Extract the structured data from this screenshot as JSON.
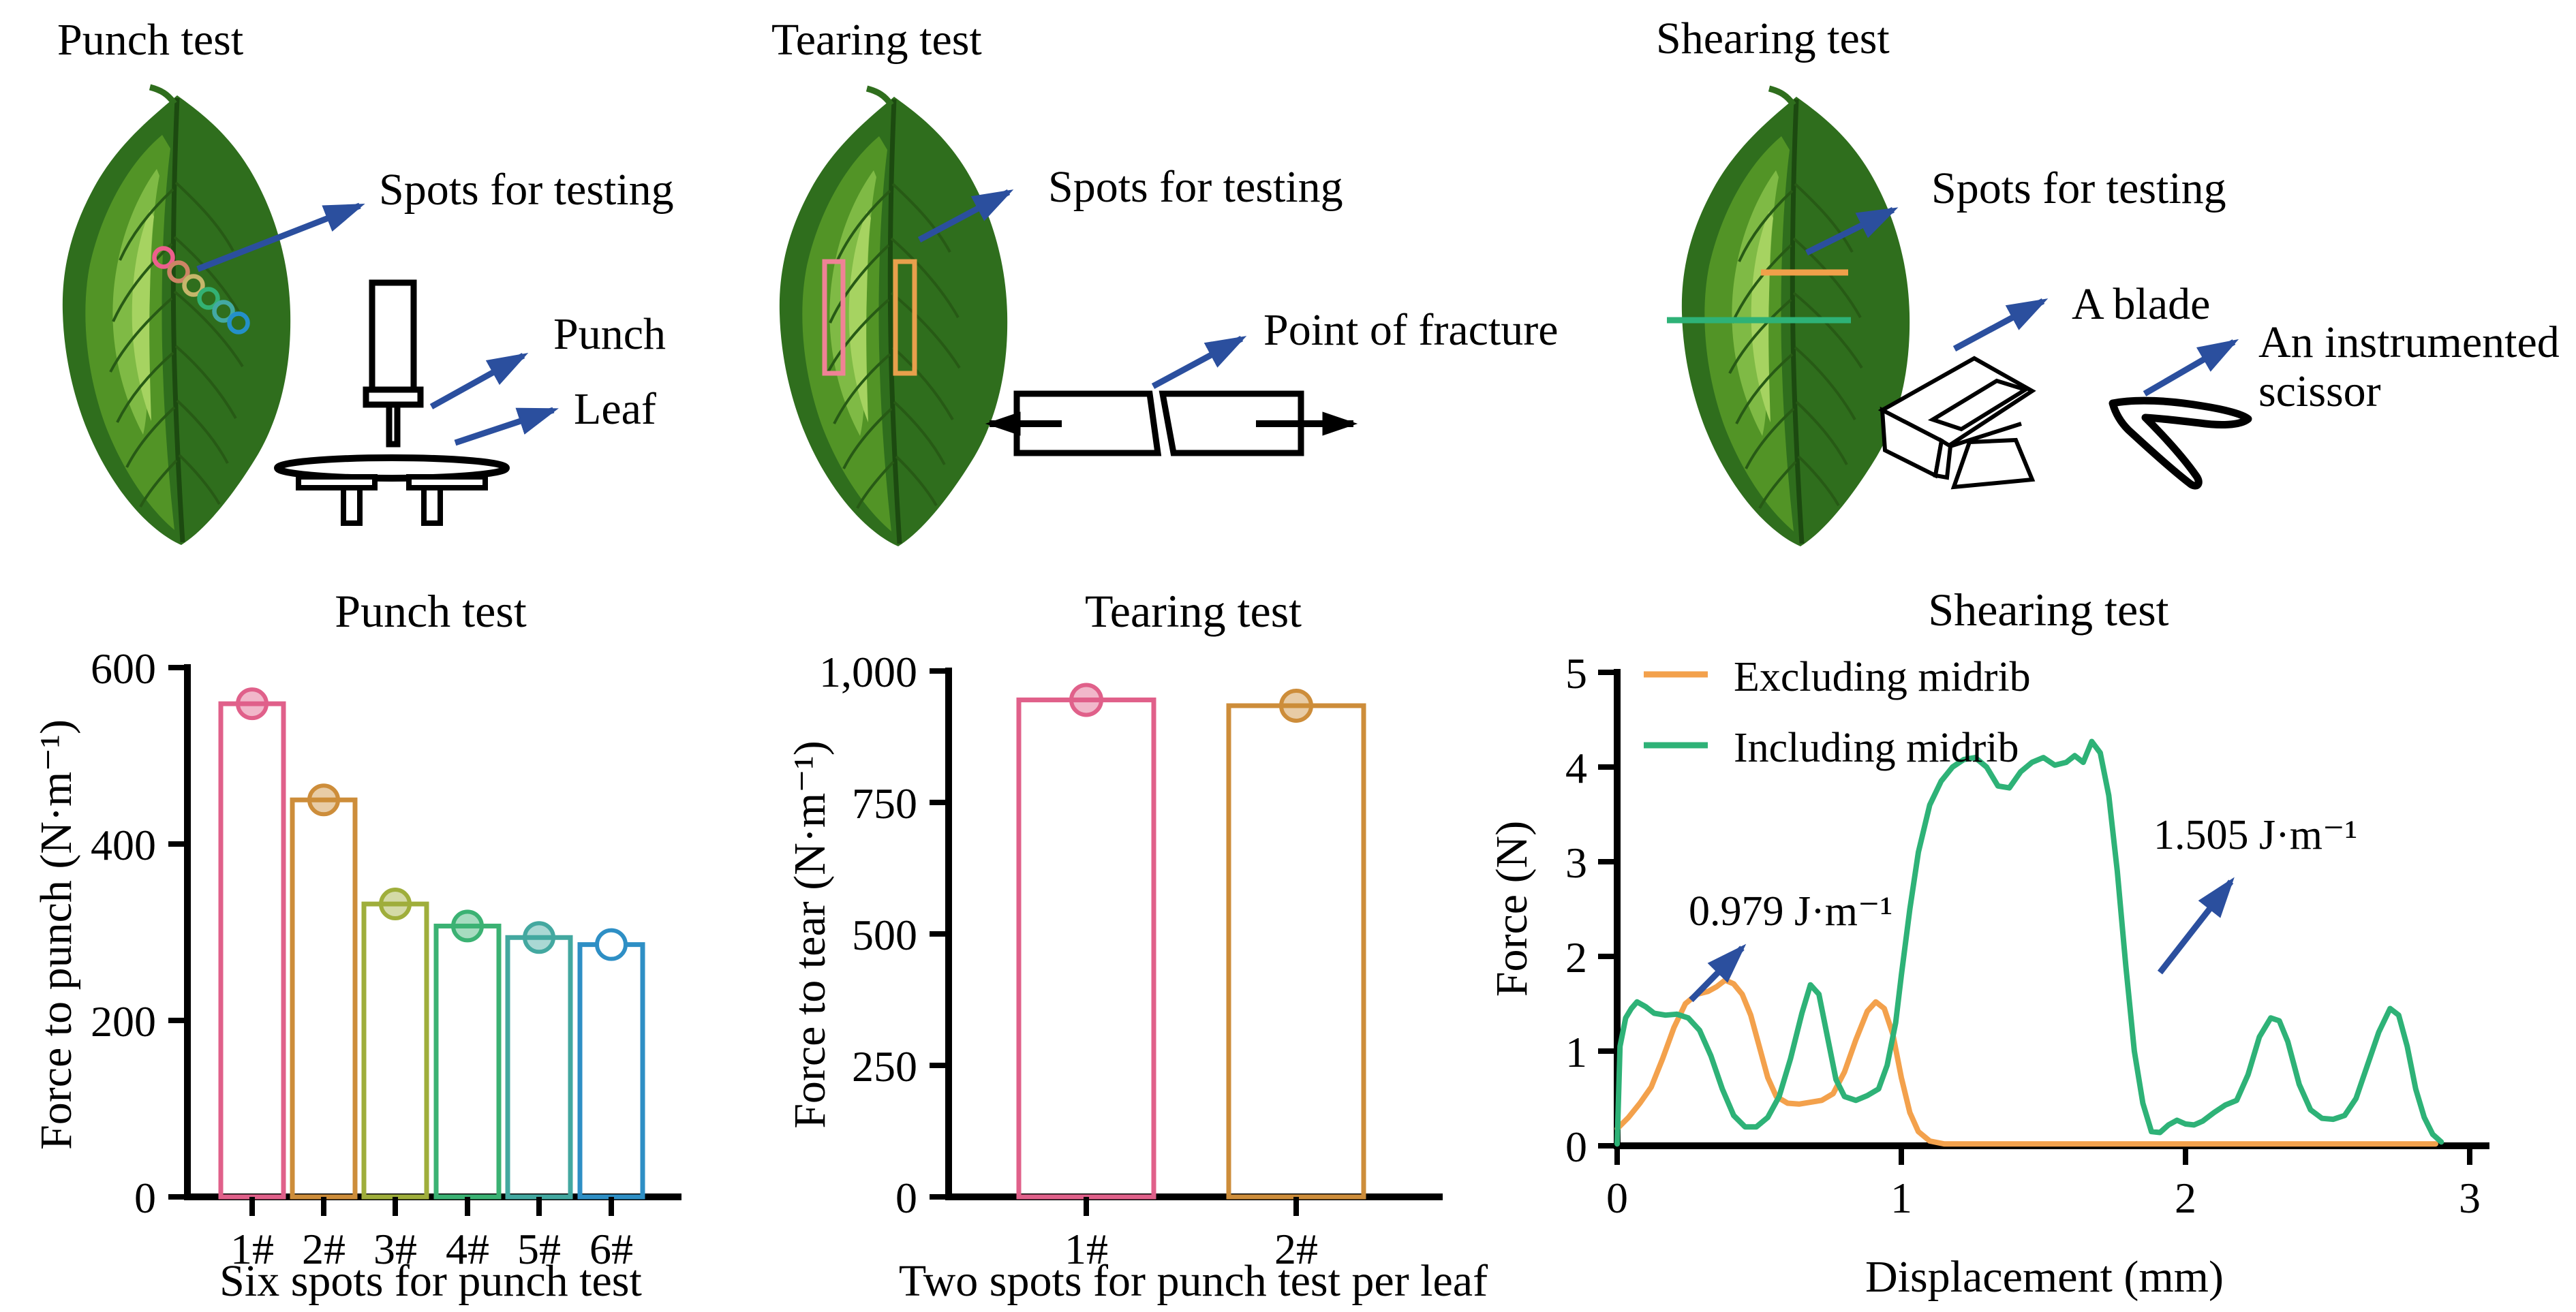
{
  "colors": {
    "arrow_blue": "#2b4f9e",
    "leaf_dark": "#2f6e1d",
    "leaf_mid": "#529426",
    "leaf_light": "#7fba45",
    "leaf_bright": "#a6d361",
    "leaf_midrib": "#1c4a10",
    "sketch_black": "#000000"
  },
  "panels": {
    "punch": {
      "title": "Punch test",
      "spots_label": "Spots for testing",
      "punch_label": "Punch",
      "leaf_label": "Leaf",
      "spot_colors": [
        "#ed5f8d",
        "#cd8565",
        "#c6b66b",
        "#33b173",
        "#43a9a2",
        "#2490c9"
      ]
    },
    "tearing": {
      "title": "Tearing test",
      "spots_label": "Spots for testing",
      "fracture_label": "Point of fracture",
      "spot_rect_colors": [
        "#f08296",
        "#e8a04c"
      ]
    },
    "shearing": {
      "title": "Shearing test",
      "spots_label": "Spots for testing",
      "blade_label": "A blade",
      "scissor_label_line1": "An instrumented",
      "scissor_label_line2": "scissor",
      "spot_line_colors": [
        "#f0a04a",
        "#2eb277"
      ]
    }
  },
  "chart_data": [
    {
      "type": "bar",
      "title": "Punch test",
      "xlabel": "Six spots for punch test",
      "ylabel": "Force to punch (N·m⁻¹)",
      "categories": [
        "1#",
        "2#",
        "3#",
        "4#",
        "5#",
        "6#"
      ],
      "values": [
        559,
        450,
        332,
        307,
        294,
        286
      ],
      "bar_colors": [
        "#e0608a",
        "#cd8d3a",
        "#9fae3b",
        "#3bb273",
        "#43a8a0",
        "#2e8fc5"
      ],
      "open_marker_index": 5,
      "ylim": [
        0,
        600
      ],
      "yticks": [
        0,
        200,
        400,
        600
      ],
      "ytick_labels": [
        "0",
        "200",
        "400",
        "600"
      ],
      "grid": false
    },
    {
      "type": "bar",
      "title": "Tearing test",
      "xlabel": "Two spots for punch test per leaf",
      "ylabel": "Force to tear (N·m⁻¹)",
      "categories": [
        "1#",
        "2#"
      ],
      "values": [
        945,
        934
      ],
      "bar_colors": [
        "#e0608a",
        "#cd8d3a"
      ],
      "open_marker_index": -1,
      "ylim": [
        0,
        1000
      ],
      "yticks": [
        0,
        250,
        500,
        750,
        1000
      ],
      "ytick_labels": [
        "0",
        "250",
        "500",
        "750",
        "1,000"
      ],
      "grid": false
    },
    {
      "type": "line",
      "title": "Shearing test",
      "xlabel": "Displacement (mm)",
      "ylabel": "Force (N)",
      "xlim": [
        0,
        3
      ],
      "ylim": [
        0,
        5
      ],
      "xticks": [
        0,
        1,
        2,
        3
      ],
      "xtick_labels": [
        "0",
        "1",
        "2",
        "3"
      ],
      "yticks": [
        0,
        1,
        2,
        3,
        4,
        5
      ],
      "ytick_labels": [
        "0",
        "1",
        "2",
        "3",
        "4",
        "5"
      ],
      "legend_position": "top-left",
      "annotations": [
        {
          "text": "0.979 J·m⁻¹",
          "arrow_from_mm": [
            0.26,
            1.54
          ],
          "arrow_to_mm": [
            0.44,
            2.09
          ]
        },
        {
          "text": "1.505 J·m⁻¹",
          "arrow_from_mm": [
            1.91,
            1.83
          ],
          "arrow_to_mm": [
            2.16,
            2.79
          ]
        }
      ],
      "series": [
        {
          "name": "Excluding midrib",
          "color": "#f3a14c",
          "points": [
            [
              0,
              0.18
            ],
            [
              0.04,
              0.3
            ],
            [
              0.08,
              0.45
            ],
            [
              0.12,
              0.62
            ],
            [
              0.16,
              0.92
            ],
            [
              0.2,
              1.25
            ],
            [
              0.24,
              1.5
            ],
            [
              0.28,
              1.6
            ],
            [
              0.32,
              1.63
            ],
            [
              0.35,
              1.68
            ],
            [
              0.38,
              1.75
            ],
            [
              0.41,
              1.71
            ],
            [
              0.44,
              1.6
            ],
            [
              0.47,
              1.38
            ],
            [
              0.5,
              1.05
            ],
            [
              0.53,
              0.72
            ],
            [
              0.56,
              0.52
            ],
            [
              0.6,
              0.45
            ],
            [
              0.64,
              0.44
            ],
            [
              0.68,
              0.46
            ],
            [
              0.72,
              0.48
            ],
            [
              0.76,
              0.55
            ],
            [
              0.8,
              0.78
            ],
            [
              0.84,
              1.12
            ],
            [
              0.88,
              1.42
            ],
            [
              0.91,
              1.52
            ],
            [
              0.94,
              1.45
            ],
            [
              0.97,
              1.18
            ],
            [
              1.0,
              0.72
            ],
            [
              1.03,
              0.35
            ],
            [
              1.06,
              0.15
            ],
            [
              1.1,
              0.05
            ],
            [
              1.15,
              0.02
            ],
            [
              1.4,
              0.02
            ],
            [
              1.8,
              0.02
            ],
            [
              2.2,
              0.02
            ],
            [
              2.6,
              0.02
            ],
            [
              2.88,
              0.02
            ]
          ]
        },
        {
          "name": "Including midrib",
          "color": "#2eb277",
          "points": [
            [
              0,
              0.02
            ],
            [
              0.01,
              1.05
            ],
            [
              0.03,
              1.35
            ],
            [
              0.05,
              1.45
            ],
            [
              0.07,
              1.52
            ],
            [
              0.1,
              1.47
            ],
            [
              0.13,
              1.4
            ],
            [
              0.17,
              1.38
            ],
            [
              0.21,
              1.39
            ],
            [
              0.25,
              1.35
            ],
            [
              0.29,
              1.22
            ],
            [
              0.33,
              0.95
            ],
            [
              0.37,
              0.6
            ],
            [
              0.41,
              0.32
            ],
            [
              0.45,
              0.2
            ],
            [
              0.49,
              0.2
            ],
            [
              0.53,
              0.3
            ],
            [
              0.57,
              0.52
            ],
            [
              0.61,
              0.92
            ],
            [
              0.65,
              1.4
            ],
            [
              0.68,
              1.7
            ],
            [
              0.71,
              1.6
            ],
            [
              0.74,
              1.15
            ],
            [
              0.77,
              0.7
            ],
            [
              0.8,
              0.52
            ],
            [
              0.84,
              0.48
            ],
            [
              0.88,
              0.53
            ],
            [
              0.92,
              0.6
            ],
            [
              0.95,
              0.85
            ],
            [
              0.98,
              1.3
            ],
            [
              1.0,
              1.8
            ],
            [
              1.03,
              2.5
            ],
            [
              1.06,
              3.1
            ],
            [
              1.1,
              3.6
            ],
            [
              1.14,
              3.85
            ],
            [
              1.18,
              4.0
            ],
            [
              1.22,
              4.08
            ],
            [
              1.26,
              4.1
            ],
            [
              1.3,
              4.0
            ],
            [
              1.34,
              3.8
            ],
            [
              1.38,
              3.78
            ],
            [
              1.42,
              3.95
            ],
            [
              1.46,
              4.05
            ],
            [
              1.5,
              4.1
            ],
            [
              1.54,
              4.02
            ],
            [
              1.58,
              4.05
            ],
            [
              1.61,
              4.12
            ],
            [
              1.64,
              4.05
            ],
            [
              1.67,
              4.27
            ],
            [
              1.7,
              4.15
            ],
            [
              1.73,
              3.7
            ],
            [
              1.76,
              2.9
            ],
            [
              1.79,
              1.9
            ],
            [
              1.82,
              1.0
            ],
            [
              1.85,
              0.45
            ],
            [
              1.88,
              0.15
            ],
            [
              1.91,
              0.14
            ],
            [
              1.94,
              0.22
            ],
            [
              1.97,
              0.27
            ],
            [
              2.0,
              0.23
            ],
            [
              2.03,
              0.22
            ],
            [
              2.06,
              0.26
            ],
            [
              2.1,
              0.35
            ],
            [
              2.14,
              0.43
            ],
            [
              2.18,
              0.48
            ],
            [
              2.22,
              0.75
            ],
            [
              2.26,
              1.15
            ],
            [
              2.3,
              1.35
            ],
            [
              2.33,
              1.32
            ],
            [
              2.36,
              1.1
            ],
            [
              2.4,
              0.65
            ],
            [
              2.44,
              0.38
            ],
            [
              2.48,
              0.29
            ],
            [
              2.52,
              0.28
            ],
            [
              2.56,
              0.32
            ],
            [
              2.6,
              0.5
            ],
            [
              2.64,
              0.85
            ],
            [
              2.68,
              1.2
            ],
            [
              2.72,
              1.45
            ],
            [
              2.75,
              1.38
            ],
            [
              2.78,
              1.05
            ],
            [
              2.81,
              0.6
            ],
            [
              2.84,
              0.3
            ],
            [
              2.87,
              0.12
            ],
            [
              2.9,
              0.04
            ]
          ]
        }
      ]
    }
  ]
}
